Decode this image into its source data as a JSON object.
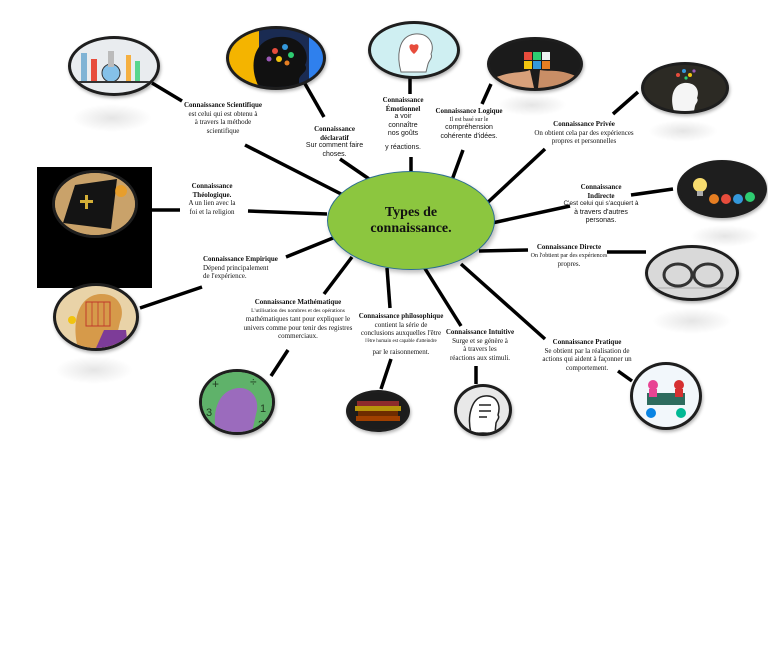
{
  "center": {
    "title_line1": "Types de",
    "title_line2": "connaissance."
  },
  "nodes": [
    {
      "id": "scientifique",
      "title": "Connaissance Scientifique",
      "desc_lines": [
        "est celui qui est obtenu à",
        "à travers la méthode",
        "scientifique"
      ]
    },
    {
      "id": "declaratif",
      "title_lines": [
        "Connaissance",
        "déclaratif"
      ],
      "desc_lines": [
        "Sur comment faire",
        "choses."
      ]
    },
    {
      "id": "emotionnel",
      "title_lines": [
        "Connaissance",
        "Émotionnel"
      ],
      "desc_lines": [
        "a voir",
        "connaître",
        "nos goûts",
        "y réactions."
      ]
    },
    {
      "id": "logique",
      "title": "Connaissance Logique",
      "desc_lines": [
        "Il est basé sur le",
        "compréhension",
        "cohérente d'idées."
      ]
    },
    {
      "id": "privee",
      "title": "Connaissance Privée",
      "desc_lines": [
        "On obtient cela par des expériences",
        "propres et personnelles"
      ]
    },
    {
      "id": "theologique",
      "title_lines": [
        "Connaissance",
        "Théologique."
      ],
      "desc_lines": [
        "A un lien avec la",
        "foi et la religion"
      ]
    },
    {
      "id": "indirecte",
      "title_lines": [
        "Connaissance",
        "Indirecte"
      ],
      "desc_lines": [
        "C'est celui qui s'acquiert à",
        "à travers d'autres",
        "personas."
      ]
    },
    {
      "id": "directe",
      "title": "Connaissance Directe",
      "desc_lines": [
        "On l'obtient par des expériences",
        "propres."
      ]
    },
    {
      "id": "empirique",
      "title": "Connaissance Empirique",
      "desc_lines": [
        "Dépend principalement",
        "de l'expérience."
      ]
    },
    {
      "id": "mathematique",
      "title": "Connaissance Mathématique",
      "desc_lines": [
        "L'utilisation des nombres et des opérations",
        "mathématiques tant pour expliquer le",
        "univers comme pour tenir des registres",
        "commerciaux."
      ]
    },
    {
      "id": "philosophique",
      "title": "Connaissance philosophique",
      "desc_lines": [
        "contient la série de",
        "conclusions auxquelles l'être",
        "l'être humain est capable d'atteindre",
        "par le raisonnement."
      ]
    },
    {
      "id": "intuitive",
      "title": "Connaissance Intuitive",
      "desc_lines": [
        "Surge et se génère à",
        "à travers les",
        "réactions aux stimuli."
      ]
    },
    {
      "id": "pratique",
      "title": "Connaissance Pratique",
      "desc_lines": [
        "Se obtient par la réalisation de",
        "actions qui aident à façonner un",
        "comportement."
      ]
    }
  ],
  "icons": [
    "lab-equipment-icon",
    "brain-silhouette-icon",
    "heart-head-icon",
    "rubiks-cube-hands-icon",
    "head-thoughts-icon",
    "holy-book-icon",
    "lightbulb-crumpled-paper-icon",
    "glasses-on-book-icon",
    "thinking-man-icon",
    "math-symbols-head-icon",
    "stack-of-books-icon",
    "intuition-head-icon",
    "people-at-table-icon"
  ],
  "colors": {
    "center_fill": "#8cc63f",
    "center_border": "#2c6e91",
    "connector": "#000000"
  }
}
